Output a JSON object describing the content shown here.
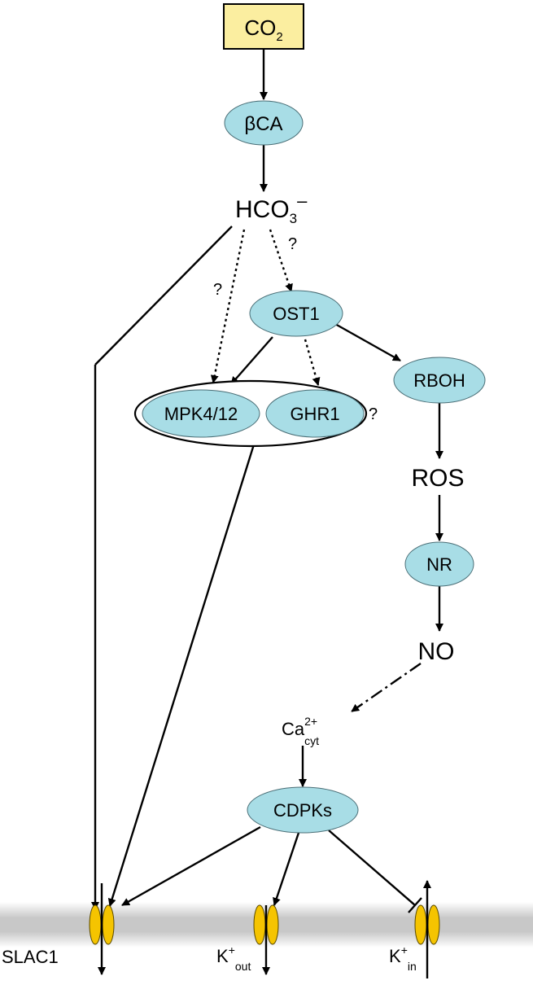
{
  "nodes": {
    "co2": {
      "main": "CO",
      "sub": "2"
    },
    "bca": {
      "label": "βCA"
    },
    "hco3": {
      "main": "HCO",
      "sub": "3",
      "sup": "–"
    },
    "ost1": {
      "label": "OST1"
    },
    "mpk": {
      "label": "MPK4/12"
    },
    "ghr1": {
      "label": "GHR1"
    },
    "rboh": {
      "label": "RBOH"
    },
    "ros": {
      "label": "ROS"
    },
    "nr": {
      "label": "NR"
    },
    "no": {
      "label": "NO"
    },
    "ca": {
      "main": "Ca",
      "sup": "2+",
      "sub": "cyt"
    },
    "cdpks": {
      "label": "CDPKs"
    }
  },
  "question_marks": [
    "?",
    "?",
    "?"
  ],
  "channels": {
    "slac1": {
      "label": "SLAC1"
    },
    "kout": {
      "main": "K",
      "sup": "+",
      "sub": "out"
    },
    "kin": {
      "main": "K",
      "sup": "+",
      "sub": "in"
    }
  },
  "colors": {
    "enzyme_fill": "#a8dde6",
    "co2_fill": "#fbeea0",
    "channel_fill": "#f5c400",
    "membrane": "#c8c8c8"
  }
}
